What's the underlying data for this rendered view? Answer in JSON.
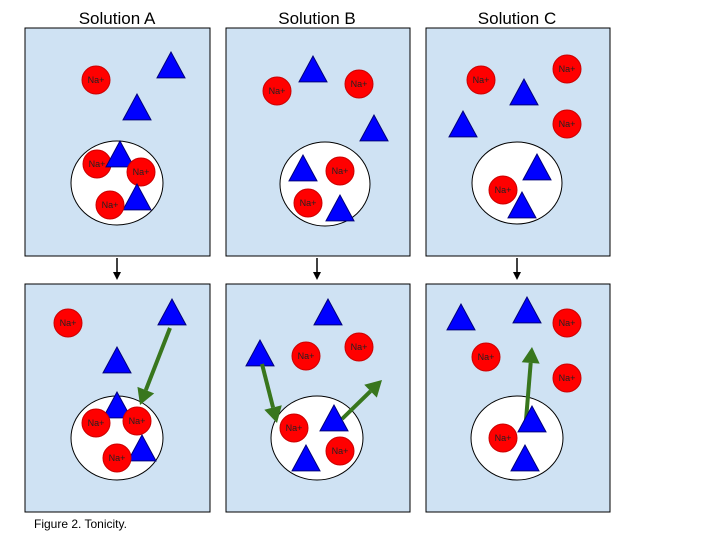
{
  "titles": [
    "Solution A",
    "Solution B",
    "Solution C"
  ],
  "ion_label": "Na+",
  "caption": "Figure 2. Tonicity.",
  "colors": {
    "panel_fill": "#cfe2f3",
    "panel_stroke": "#000000",
    "cell_fill": "#ffffff",
    "ion_fill": "#ff0000",
    "ion_stroke": "#cc0000",
    "triangle_fill": "#0000ff",
    "triangle_stroke": "#00007a",
    "flow_arrow": "#38761d",
    "down_arrow": "#000000"
  },
  "icons": {
    "ion": "red-circle",
    "solute": "blue-triangle",
    "movement": "green-arrow",
    "transition": "down-arrow"
  }
}
